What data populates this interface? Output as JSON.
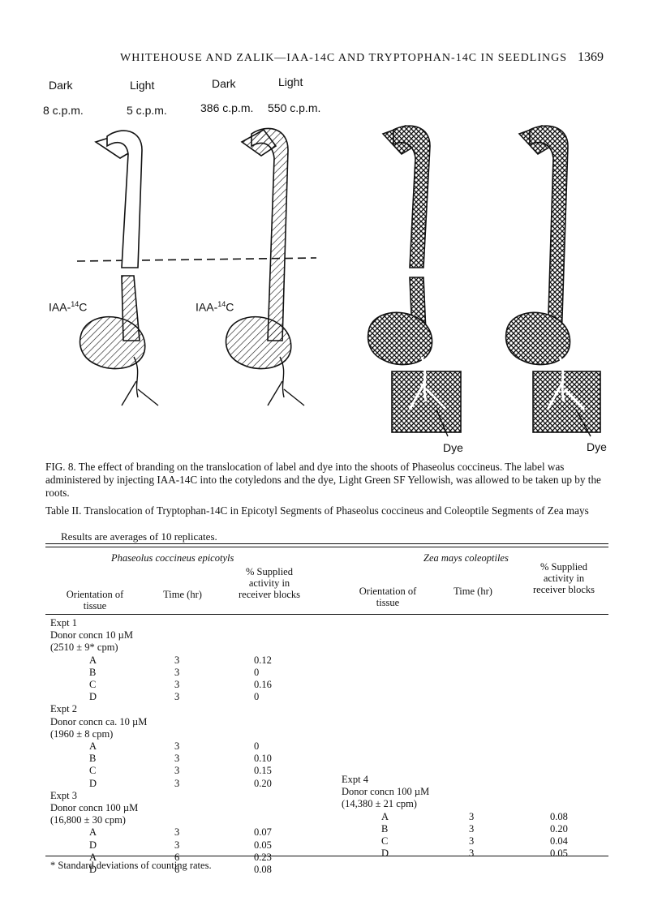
{
  "header": {
    "running_title": "WHITEHOUSE AND ZALIK—IAA-14C AND TRYPTOPHAN-14C IN SEEDLINGS",
    "page_number": "1369"
  },
  "figure": {
    "condition_labels": [
      "Dark",
      "Light",
      "Dark",
      "Light"
    ],
    "count_labels": [
      "8 c.p.m.",
      "5 c.p.m.",
      "386 c.p.m.",
      "550 c.p.m."
    ],
    "injection_label": "IAA-",
    "injection_sup": "14",
    "injection_suffix": "C",
    "dye_label": "Dye",
    "caption": "FIG. 8. The effect of branding on the translocation of label and dye into the shoots of Phaseolus coccineus. The label was administered by injecting IAA-14C into the cotyledons and the dye, Light Green SF Yellowish, was allowed to be taken up by the roots."
  },
  "table": {
    "title": "Table II. Translocation of Tryptophan-14C in Epicotyl Segments of Phaseolus coccineus and Coleoptile Segments of Zea mays",
    "note": "Results are averages of 10 replicates.",
    "left_group": "Phaseolus coccineus epicotyls",
    "right_group": "Zea mays coleoptiles",
    "col_orientation": "Orientation of tissue",
    "col_time": "Time (hr)",
    "col_activity": "% Supplied activity in receiver blocks",
    "left": [
      {
        "label": "Expt 1"
      },
      {
        "label": "Donor concn 10 µM"
      },
      {
        "label": "(2510 ± 9* cpm)"
      },
      {
        "o": "A",
        "t": "3",
        "v": "0.12"
      },
      {
        "o": "B",
        "t": "3",
        "v": "0"
      },
      {
        "o": "C",
        "t": "3",
        "v": "0.16"
      },
      {
        "o": "D",
        "t": "3",
        "v": "0"
      },
      {
        "label": "Expt 2"
      },
      {
        "label": "Donor concn ca. 10 µM"
      },
      {
        "label": "(1960 ± 8 cpm)"
      },
      {
        "o": "A",
        "t": "3",
        "v": "0"
      },
      {
        "o": "B",
        "t": "3",
        "v": "0.10"
      },
      {
        "o": "C",
        "t": "3",
        "v": "0.15"
      },
      {
        "o": "D",
        "t": "3",
        "v": "0.20"
      },
      {
        "label": "Expt 3"
      },
      {
        "label": "Donor concn 100 µM"
      },
      {
        "label": "(16,800 ± 30 cpm)"
      },
      {
        "o": "A",
        "t": "3",
        "v": "0.07"
      },
      {
        "o": "D",
        "t": "3",
        "v": "0.05"
      },
      {
        "o": "A",
        "t": "6",
        "v": "0.23"
      },
      {
        "o": "D",
        "t": "6",
        "v": "0.08"
      }
    ],
    "right": [
      {
        "label": "Expt 4"
      },
      {
        "label": "Donor concn 100 µM"
      },
      {
        "label": "(14,380 ± 21 cpm)"
      },
      {
        "o": "A",
        "t": "3",
        "v": "0.08"
      },
      {
        "o": "B",
        "t": "3",
        "v": "0.20"
      },
      {
        "o": "C",
        "t": "3",
        "v": "0.04"
      },
      {
        "o": "D",
        "t": "3",
        "v": "0.05"
      }
    ],
    "footnote": "* Standard deviations of counting rates."
  }
}
